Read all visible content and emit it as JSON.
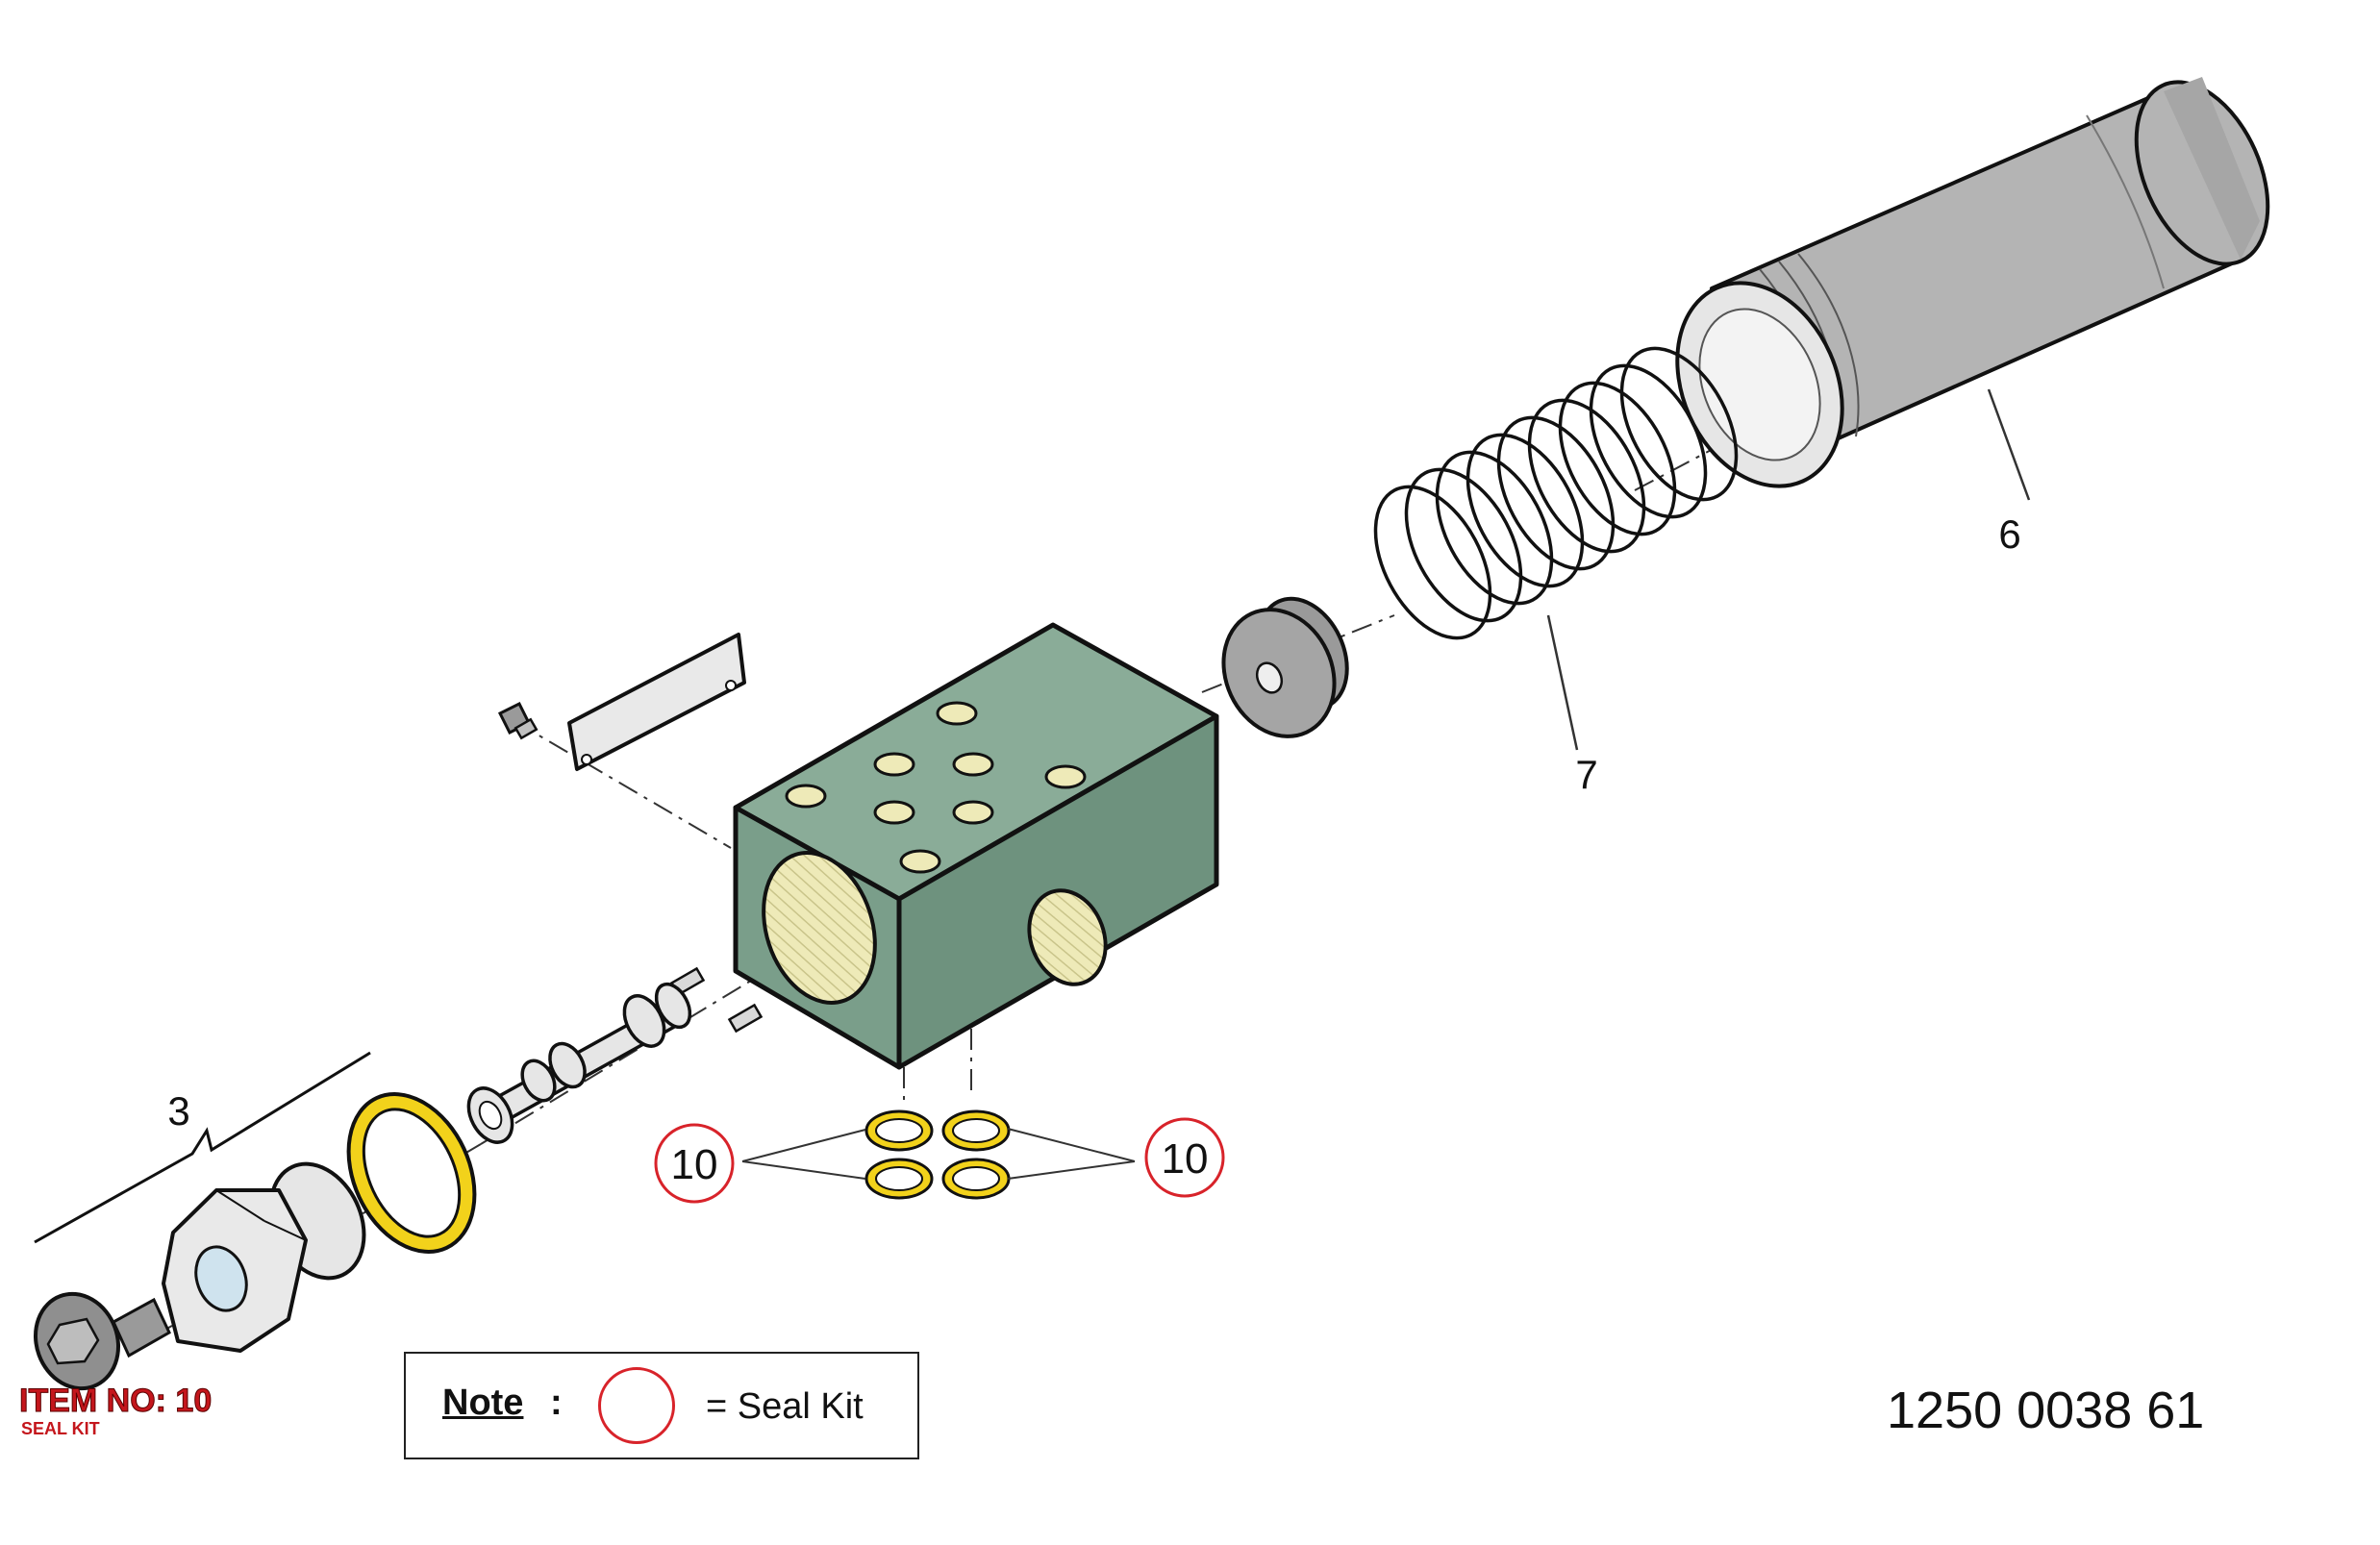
{
  "diagram": {
    "callouts": {
      "item_3": "3",
      "item_6": "6",
      "item_7": "7",
      "item_10_left": "10",
      "item_10_right": "10"
    },
    "item_tag": {
      "title": "ITEM NO: 10",
      "subtitle": "SEAL KIT"
    },
    "note": {
      "label": "Note",
      "colon": ":",
      "legend_text": "= Seal Kit"
    },
    "document_number": "1250 0038 61"
  },
  "colors": {
    "valve_body": "#7a9e8a",
    "valve_body_top": "#8aac98",
    "valve_body_side": "#6e927e",
    "seal_yellow": "#f2d21b",
    "port_yellow": "#eeeab8",
    "cylinder_gray": "#b4b4b4",
    "metal_light": "#e6e6e6",
    "metal_dark": "#9a9a9a",
    "seal_kit_red": "#d8232a"
  },
  "icons": {
    "seal_kit_marker": "red-circle-icon"
  }
}
